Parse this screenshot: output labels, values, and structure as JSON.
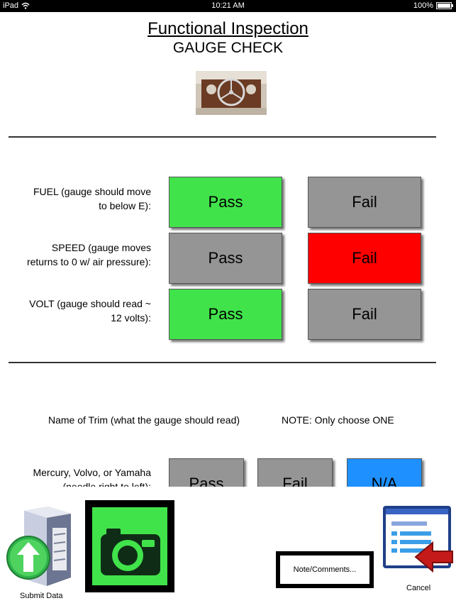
{
  "status": {
    "carrier": "iPad",
    "time": "10:21 AM",
    "battery": "100%"
  },
  "header": {
    "title": "Functional Inspection",
    "subtitle": "GAUGE CHECK"
  },
  "rows": [
    {
      "label_line1": "FUEL (gauge should move",
      "label_line2": "to below E):",
      "pass": "Pass",
      "fail": "Fail",
      "selected": "pass"
    },
    {
      "label_line1": "SPEED (gauge moves",
      "label_line2": "returns to 0 w/ air pressure):",
      "pass": "Pass",
      "fail": "Fail",
      "selected": "fail"
    },
    {
      "label_line1": "VOLT (gauge should read ~",
      "label_line2": "12 volts):",
      "pass": "Pass",
      "fail": "Fail",
      "selected": "pass"
    }
  ],
  "trim": {
    "heading": "Name of Trim (what the gauge should read)",
    "note": "NOTE: Only choose ONE",
    "row": {
      "label_line1": "Mercury, Volvo, or Yamaha",
      "label_line2": "(needle right to left):",
      "pass": "Pass",
      "fail": "Fail",
      "na": "N/A",
      "selected": "na"
    }
  },
  "toolbar": {
    "submit_label": "Submit Data",
    "note_label": "Note/Comments...",
    "cancel_label": "Cancel"
  },
  "colors": {
    "pass_selected": "#41e34b",
    "fail_selected": "#fe0000",
    "na_selected": "#1e90ff",
    "unselected": "#959595"
  }
}
